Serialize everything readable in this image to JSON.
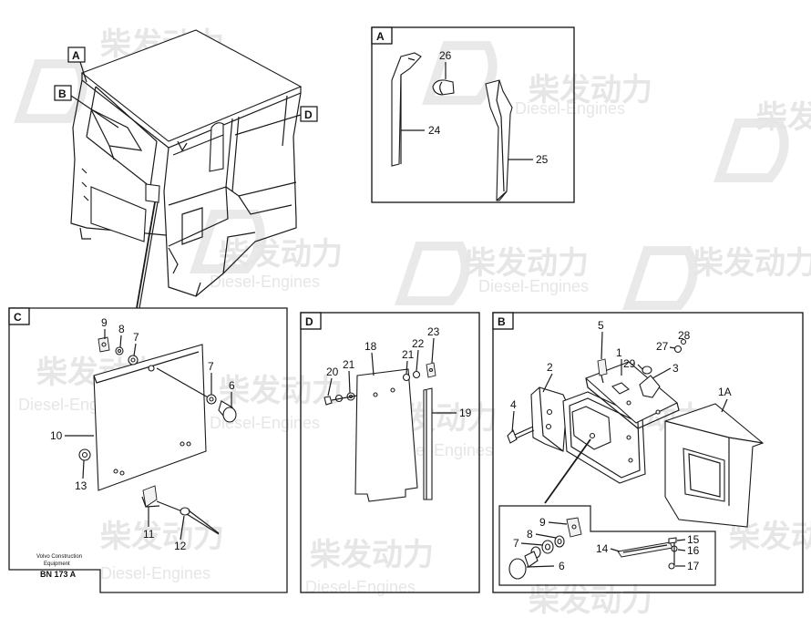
{
  "watermark": {
    "brand": "柴发动力",
    "sub": "Diesel-Engines"
  },
  "caption": {
    "line1": "Volvo Construction",
    "line2": "Equipment",
    "code": "BN 173 A"
  },
  "detail_tags": {
    "a_small": "A",
    "b_small": "B",
    "d_small": "D",
    "a": "A",
    "b": "B",
    "c": "C",
    "d": "D"
  },
  "callouts": {
    "a": [
      "26",
      "24",
      "25"
    ],
    "c": [
      "9",
      "8",
      "7",
      "7",
      "6",
      "10",
      "13",
      "11",
      "12"
    ],
    "d": [
      "23",
      "18",
      "22",
      "21",
      "20",
      "21",
      "19"
    ],
    "b": [
      "5",
      "1",
      "28",
      "27",
      "2",
      "29",
      "3",
      "4",
      "1A",
      "9",
      "8",
      "7",
      "6",
      "14",
      "15",
      "16",
      "17"
    ]
  }
}
